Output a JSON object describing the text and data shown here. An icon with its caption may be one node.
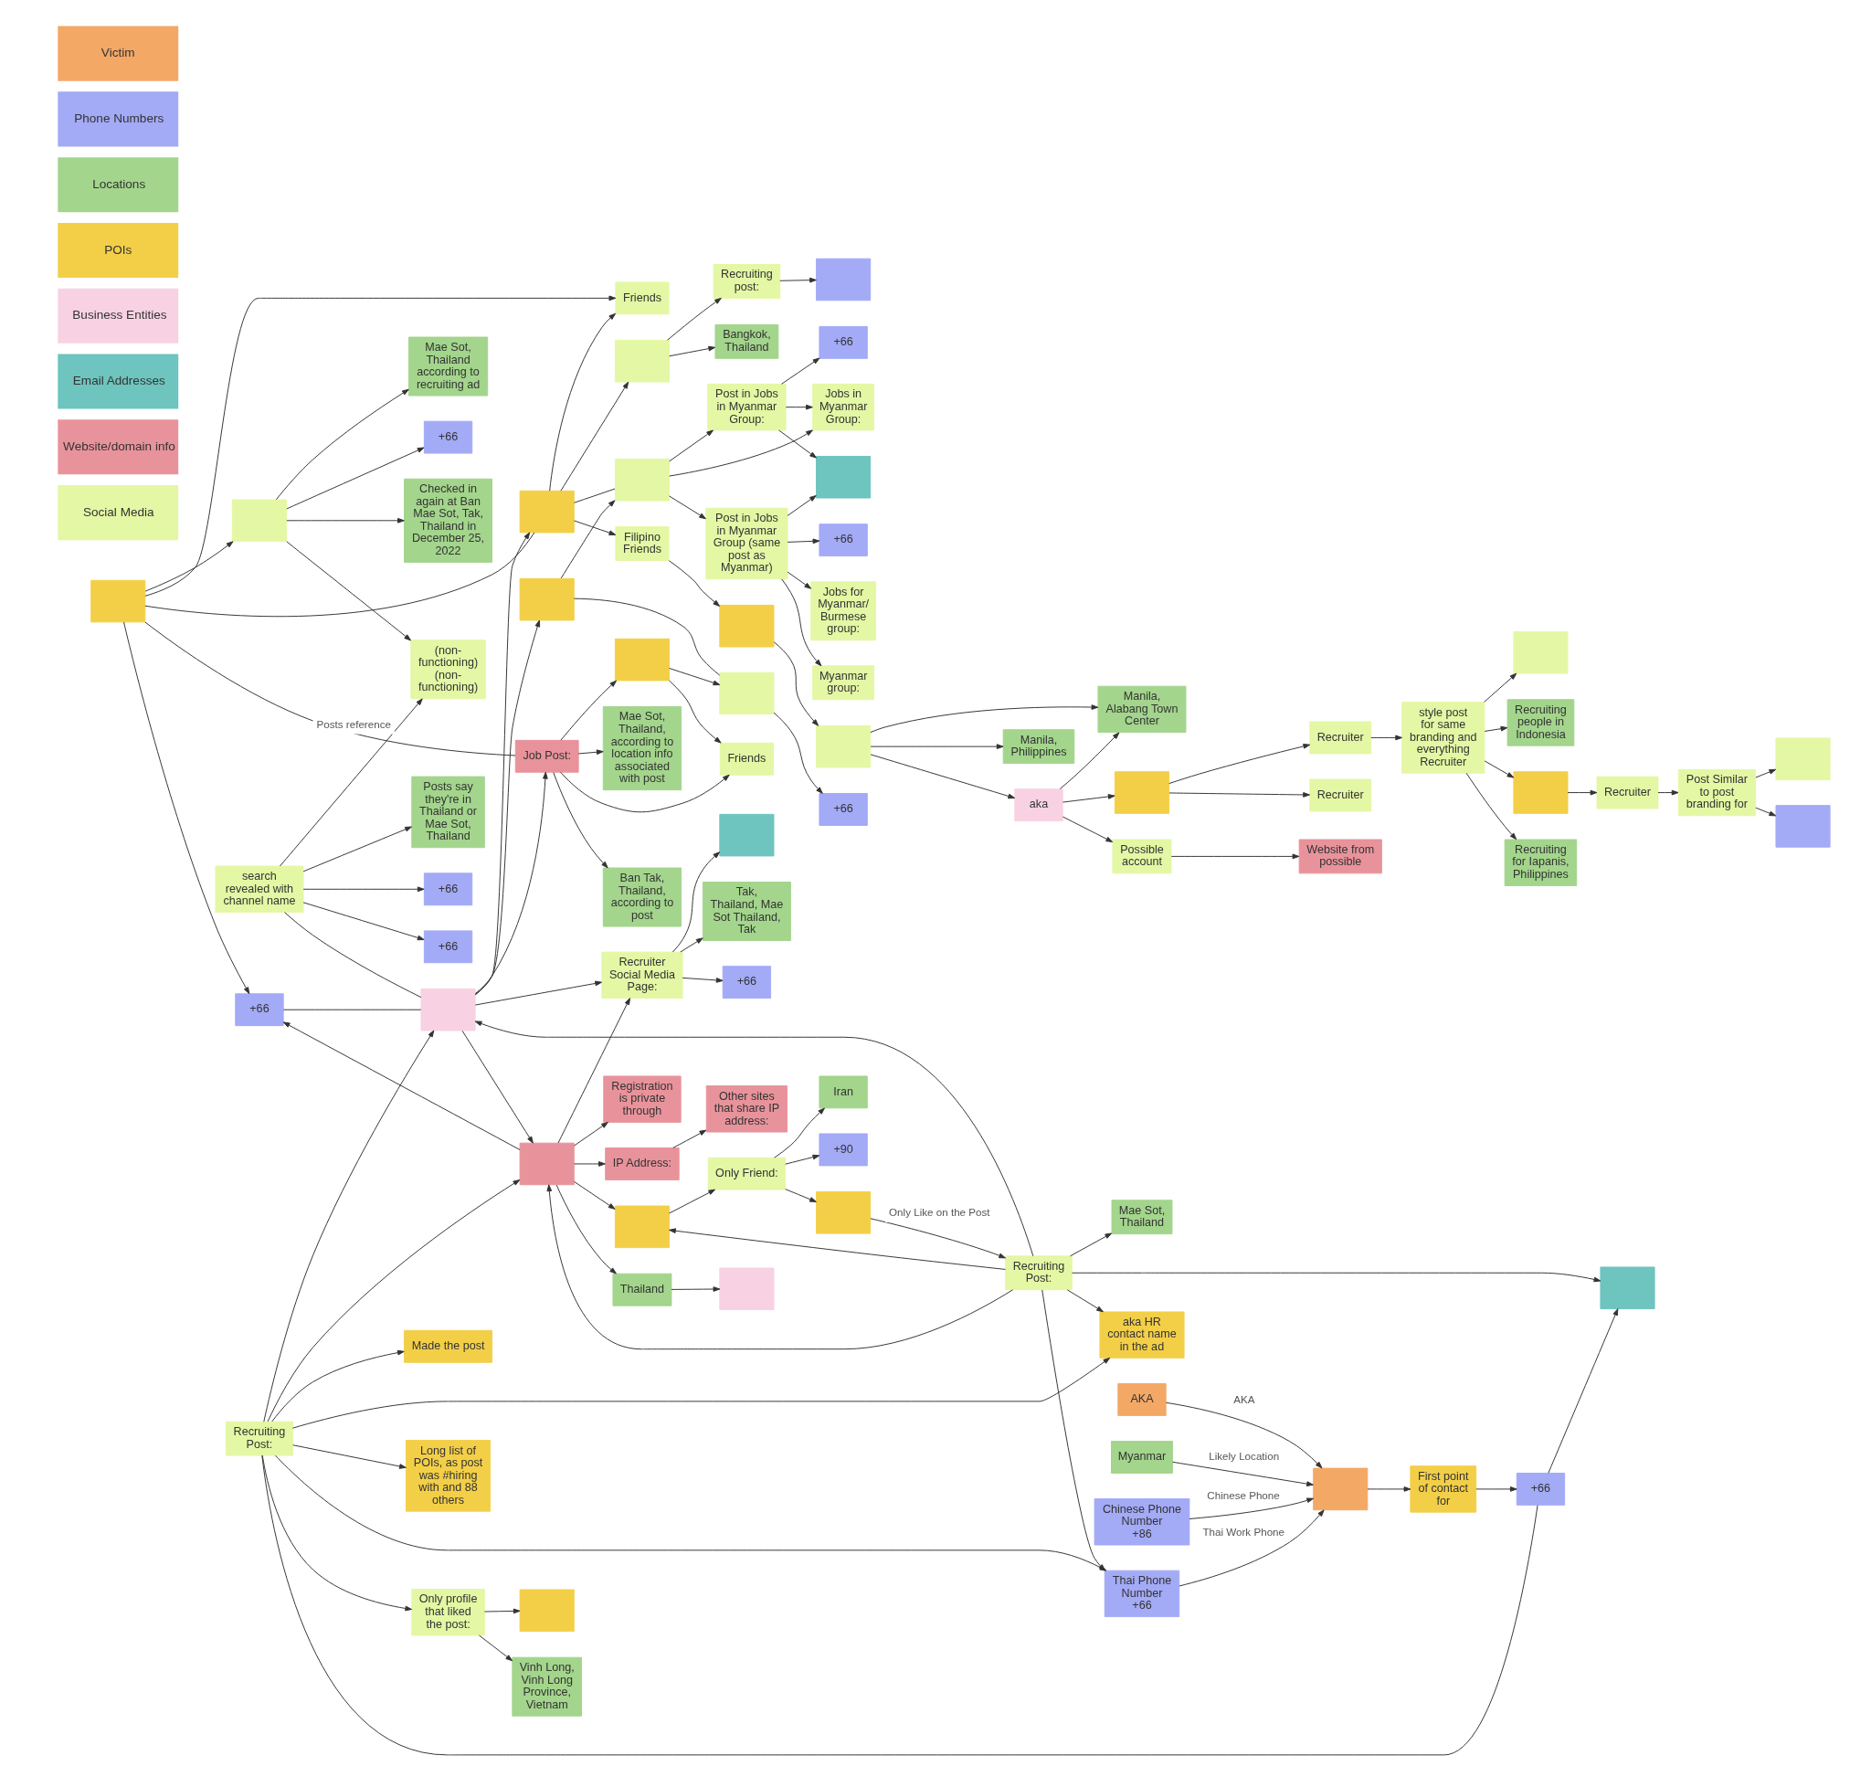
{
  "diagram": {
    "nodes": [
      {
        "text": [],
        "shape": "box"
      },
      {
        "text": [],
        "shape": "box"
      },
      {
        "text": [
          "Website from possible"
        ]
      },
      {
        "text": [],
        "shape": "box"
      },
      {
        "text": [
          "Post Similar to post branding for"
        ]
      },
      {
        "text": [
          "Recruiter"
        ]
      },
      {
        "text": [
          "Possible account"
        ]
      },
      {
        "text": [
          "Recruiting for Iapanis, Philippines"
        ]
      },
      {
        "text": [],
        "shape": "box"
      },
      {
        "text": [
          "style post for same branding and everything Recruiter"
        ]
      },
      {
        "text": [
          "Recruiter"
        ]
      },
      {
        "text": [],
        "shape": "box"
      },
      {
        "text": [
          "aka"
        ]
      },
      {
        "text": [
          "Manila, Alabang Town Center"
        ]
      },
      {
        "text": [
          "Recruiting people in Indonesia"
        ]
      },
      {
        "text": [
          "Recruiter"
        ]
      },
      {
        "text": [
          "Manila, Philippines"
        ]
      },
      {
        "text": [],
        "shape": "box"
      },
      {
        "text": [],
        "shape": "box"
      },
      {
        "text": [],
        "shape": "box"
      },
      {
        "text": [
          "Recruiting post:"
        ]
      },
      {
        "text": [
          "Filipino Friends"
        ]
      },
      {
        "text": [],
        "shape": "box"
      },
      {
        "text": [
          "+66"
        ]
      },
      {
        "text": [
          "+66"
        ]
      },
      {
        "text": [
          "Jobs for Myanmar/ Burmese group:"
        ]
      },
      {
        "text": [
          "Checked in again at Ban Mae Sot, Tak, Thailand in December 25, 2022"
        ]
      },
      {
        "text": [
          "Bangkok, Thailand"
        ]
      },
      {
        "text": [],
        "shape": "box"
      },
      {
        "text": [
          "Jobs in Myanmar Group:"
        ]
      },
      {
        "text": [
          "Post in Jobs in Myanmar Group:"
        ]
      },
      {
        "text": [
          "Post in Jobs in Myanmar Group (same post as Myanmar)"
        ]
      },
      {
        "text": [
          "Myanmar group:"
        ]
      },
      {
        "text": [
          "+66"
        ]
      },
      {
        "text": [
          "Mae Sot, Thailand according to recruiting ad"
        ]
      },
      {
        "text": [
          "+66"
        ]
      },
      {
        "text": [
          "Friends"
        ]
      },
      {
        "text": [],
        "shape": "box"
      },
      {
        "text": [
          "(non-functioning)",
          "(non-functioning)"
        ]
      },
      {
        "text": [],
        "shape": "box"
      },
      {
        "text": [],
        "shape": "box"
      },
      {
        "text": [],
        "shape": "box"
      },
      {
        "text": [],
        "shape": "box"
      },
      {
        "text": [],
        "shape": "box"
      },
      {
        "text": [
          "Ban Tak, Thailand, according to post"
        ]
      },
      {
        "text": [],
        "shape": "box"
      },
      {
        "text": [],
        "shape": "box"
      },
      {
        "text": [
          "Thailand"
        ]
      },
      {
        "text": [
          "+66"
        ]
      },
      {
        "text": [
          "Job Post:"
        ]
      },
      {
        "text": [
          "Mae Sot, Thailand, according to location info associated with post"
        ]
      },
      {
        "text": [
          "Registration is private through"
        ]
      },
      {
        "text": [],
        "shape": "box"
      },
      {
        "text": [],
        "shape": "box"
      },
      {
        "text": [
          "Friends"
        ]
      },
      {
        "text": [
          "aka HR contact name in the ad"
        ]
      },
      {
        "text": [],
        "shape": "box"
      },
      {
        "text": [
          "Other sites that share IP address:"
        ]
      },
      {
        "text": [
          "IP Address:"
        ]
      },
      {
        "text": [
          "Made the post"
        ]
      },
      {
        "text": [
          "Only profile that liked the post:"
        ]
      },
      {
        "text": [],
        "shape": "box"
      },
      {
        "text": [
          "Recruiting Post:"
        ]
      },
      {
        "text": [
          "Vinh Long, Vinh Long Province, Vietnam"
        ]
      },
      {
        "text": [
          "+90"
        ]
      },
      {
        "text": [
          "Only Friend:"
        ]
      },
      {
        "text": [
          "Recruiting Post:"
        ]
      },
      {
        "text": [],
        "shape": "box"
      },
      {
        "text": [
          "Long list of POIs, as post was #hiring with and 88 others"
        ]
      },
      {
        "text": [
          "Iran"
        ]
      },
      {
        "text": [],
        "shape": "box"
      },
      {
        "text": [
          "+66"
        ]
      },
      {
        "text": [
          "First point of contact for"
        ]
      },
      {
        "text": [
          "Mae Sot, Thailand"
        ]
      },
      {
        "text": [
          "search revealed with channel name"
        ]
      },
      {
        "text": [
          "Recruiter Social Media Page:"
        ]
      },
      {
        "text": [],
        "shape": "box"
      },
      {
        "text": [
          "Posts say they're in Thailand or Mae Sot, Thailand"
        ]
      },
      {
        "text": [
          "+66"
        ]
      },
      {
        "text": [
          "+66"
        ]
      },
      {
        "text": [
          "Tak, Thailand, Mae Sot Thailand, Tak"
        ]
      },
      {
        "text": [
          "+66"
        ]
      },
      {
        "text": [],
        "shape": "box"
      },
      {
        "text": [
          "Myanmar"
        ]
      },
      {
        "text": [
          "Thai Phone Number",
          "+66"
        ]
      },
      {
        "text": [
          "Chinese Phone Number",
          "+86"
        ]
      },
      {
        "text": [
          "AKA"
        ]
      }
    ],
    "edges": [
      {
        "from": 4,
        "to": 0,
        "arrow": "to"
      },
      {
        "from": 4,
        "to": 3,
        "arrow": "to"
      },
      {
        "from": 5,
        "to": 4,
        "arrow": "to"
      },
      {
        "from": 1,
        "to": 5,
        "arrow": "to"
      },
      {
        "from": 9,
        "to": 1,
        "arrow": "to"
      },
      {
        "from": 9,
        "to": 7,
        "arrow": "to"
      },
      {
        "from": 9,
        "to": 8,
        "arrow": "to"
      },
      {
        "from": 9,
        "to": 14,
        "arrow": "to"
      },
      {
        "from": 10,
        "to": 9,
        "arrow": "to"
      },
      {
        "from": 11,
        "to": 10,
        "arrow": "to"
      },
      {
        "from": 12,
        "to": 11,
        "arrow": "to"
      },
      {
        "from": 12,
        "to": 13,
        "arrow": "to"
      },
      {
        "from": 11,
        "to": 15,
        "arrow": "to"
      },
      {
        "from": 6,
        "to": 2,
        "arrow": "to"
      },
      {
        "from": 12,
        "to": 6,
        "arrow": "to"
      },
      {
        "from": 17,
        "to": 12,
        "arrow": "to"
      },
      {
        "from": 17,
        "to": 16,
        "arrow": "to"
      },
      {
        "from": 17,
        "to": 13,
        "arrow": "to"
      },
      {
        "from": 18,
        "to": 17,
        "arrow": "to"
      },
      {
        "from": 21,
        "to": 18,
        "arrow": "to"
      },
      {
        "from": 20,
        "to": 19,
        "arrow": "to"
      },
      {
        "from": 28,
        "to": 20,
        "arrow": "to"
      },
      {
        "from": 28,
        "to": 27,
        "arrow": "to"
      },
      {
        "from": 41,
        "to": 28,
        "arrow": "to"
      },
      {
        "from": 41,
        "to": 21,
        "arrow": "to"
      },
      {
        "from": 30,
        "to": 22,
        "arrow": "to"
      },
      {
        "from": 30,
        "to": 23,
        "arrow": "to"
      },
      {
        "from": 31,
        "to": 22,
        "arrow": "to"
      },
      {
        "from": 31,
        "to": 24,
        "arrow": "to"
      },
      {
        "from": 31,
        "to": 25,
        "arrow": "to"
      },
      {
        "from": 30,
        "to": 29,
        "arrow": "to"
      },
      {
        "from": 31,
        "to": 32,
        "arrow": "to"
      },
      {
        "from": 42,
        "to": 29,
        "arrow": "to"
      },
      {
        "from": 42,
        "to": 30,
        "arrow": "to"
      },
      {
        "from": 42,
        "to": 31,
        "arrow": "to"
      },
      {
        "from": 43,
        "to": 42,
        "arrow": "to"
      },
      {
        "from": 43,
        "to": 37,
        "arrow": "none"
      },
      {
        "from": 37,
        "to": 33,
        "arrow": "to"
      },
      {
        "from": 45,
        "to": 37,
        "arrow": "to"
      },
      {
        "from": 39,
        "to": 35,
        "arrow": "to"
      },
      {
        "from": 39,
        "to": 26,
        "arrow": "to"
      },
      {
        "from": 39,
        "to": 34,
        "arrow": "to"
      },
      {
        "from": 39,
        "to": 38,
        "arrow": "to"
      },
      {
        "from": 40,
        "to": 39,
        "arrow": "to"
      },
      {
        "from": 40,
        "to": 36,
        "arrow": "to"
      },
      {
        "from": 41,
        "to": 36,
        "arrow": "to"
      },
      {
        "from": 40,
        "to": 41,
        "arrow": "none"
      },
      {
        "from": 41,
        "to": 42,
        "arrow": "none"
      },
      {
        "from": 40,
        "to": 49,
        "arrow": "none"
      },
      {
        "from": 40,
        "to": 48,
        "arrow": "to"
      },
      {
        "from": 49,
        "to": 44,
        "arrow": "to"
      },
      {
        "from": 49,
        "to": 45,
        "arrow": "to"
      },
      {
        "from": 49,
        "to": 54,
        "arrow": "to"
      },
      {
        "from": 49,
        "to": 50,
        "arrow": "to"
      },
      {
        "from": 45,
        "to": 54,
        "arrow": "to"
      },
      {
        "from": 47,
        "to": 46,
        "arrow": "to"
      },
      {
        "from": 52,
        "to": 47,
        "arrow": "to"
      },
      {
        "from": 52,
        "to": 51,
        "arrow": "to"
      },
      {
        "from": 52,
        "to": 58,
        "arrow": "to"
      },
      {
        "from": 52,
        "to": 48,
        "arrow": "to"
      },
      {
        "from": 52,
        "to": 61,
        "arrow": "to"
      },
      {
        "from": 53,
        "to": 52,
        "arrow": "to"
      },
      {
        "from": 48,
        "to": 53,
        "arrow": "none"
      },
      {
        "from": 53,
        "to": 41,
        "arrow": "to"
      },
      {
        "from": 53,
        "to": 49,
        "arrow": "to"
      },
      {
        "from": 53,
        "to": 43,
        "arrow": "to"
      },
      {
        "from": 58,
        "to": 57,
        "arrow": "to"
      },
      {
        "from": 74,
        "to": 38,
        "arrow": "to",
        "label": "Posts reference"
      },
      {
        "from": 74,
        "to": 53,
        "arrow": "none"
      },
      {
        "from": 74,
        "to": 77,
        "arrow": "to"
      },
      {
        "from": 74,
        "to": 78,
        "arrow": "to"
      },
      {
        "from": 74,
        "to": 79,
        "arrow": "to"
      },
      {
        "from": 61,
        "to": 65,
        "arrow": "to"
      },
      {
        "from": 65,
        "to": 64,
        "arrow": "to"
      },
      {
        "from": 65,
        "to": 69,
        "arrow": "to"
      },
      {
        "from": 65,
        "to": 70,
        "arrow": "to"
      },
      {
        "from": 62,
        "to": 61,
        "arrow": "to"
      },
      {
        "from": 62,
        "to": 52,
        "arrow": "to"
      },
      {
        "from": 62,
        "to": 53,
        "arrow": "to"
      },
      {
        "from": 62,
        "to": 55,
        "arrow": "to"
      },
      {
        "from": 62,
        "to": 73,
        "arrow": "to"
      },
      {
        "from": 62,
        "to": 67,
        "arrow": "to"
      },
      {
        "from": 62,
        "to": 84,
        "arrow": "to"
      },
      {
        "from": 70,
        "to": 62,
        "arrow": "to",
        "label": "Only Like on the Post"
      },
      {
        "from": 66,
        "to": 55,
        "arrow": "to"
      },
      {
        "from": 66,
        "to": 59,
        "arrow": "to"
      },
      {
        "from": 66,
        "to": 60,
        "arrow": "to"
      },
      {
        "from": 66,
        "to": 68,
        "arrow": "to"
      },
      {
        "from": 66,
        "to": 53,
        "arrow": "to"
      },
      {
        "from": 66,
        "to": 52,
        "arrow": "to"
      },
      {
        "from": 66,
        "to": 84,
        "arrow": "to"
      },
      {
        "from": 66,
        "to": 71,
        "arrow": "none"
      },
      {
        "from": 71,
        "to": 67,
        "arrow": "to"
      },
      {
        "from": 72,
        "to": 71,
        "arrow": "to"
      },
      {
        "from": 76,
        "to": 72,
        "arrow": "to"
      },
      {
        "from": 60,
        "to": 56,
        "arrow": "to"
      },
      {
        "from": 60,
        "to": 63,
        "arrow": "to"
      },
      {
        "from": 83,
        "to": 76,
        "arrow": "to",
        "label": "Likely Location"
      },
      {
        "from": 84,
        "to": 76,
        "arrow": "to",
        "label": "Thai Work Phone"
      },
      {
        "from": 85,
        "to": 76,
        "arrow": "to",
        "label": "Chinese Phone"
      },
      {
        "from": 86,
        "to": 76,
        "arrow": "to",
        "label": "AKA"
      },
      {
        "from": 75,
        "to": 80,
        "arrow": "to"
      },
      {
        "from": 75,
        "to": 81,
        "arrow": "to"
      },
      {
        "from": 75,
        "to": 82,
        "arrow": "to"
      },
      {
        "from": 52,
        "to": 75,
        "arrow": "to"
      },
      {
        "from": 53,
        "to": 75,
        "arrow": "to"
      }
    ],
    "legend": [
      {
        "text": "Victim",
        "color": "#f4a866"
      },
      {
        "text": "Phone Numbers",
        "color": "#a3aaf6"
      },
      {
        "text": "Locations",
        "color": "#a3d58c"
      },
      {
        "text": "POIs",
        "color": "#f3cf48"
      },
      {
        "text": "Business Entities",
        "color": "#f8d2e2"
      },
      {
        "text": "Email Addresses",
        "color": "#6ec4be"
      },
      {
        "text": "Website/domain info",
        "color": "#e8939b"
      },
      {
        "text": "Social Media",
        "color": "#e4f7a4"
      }
    ]
  }
}
